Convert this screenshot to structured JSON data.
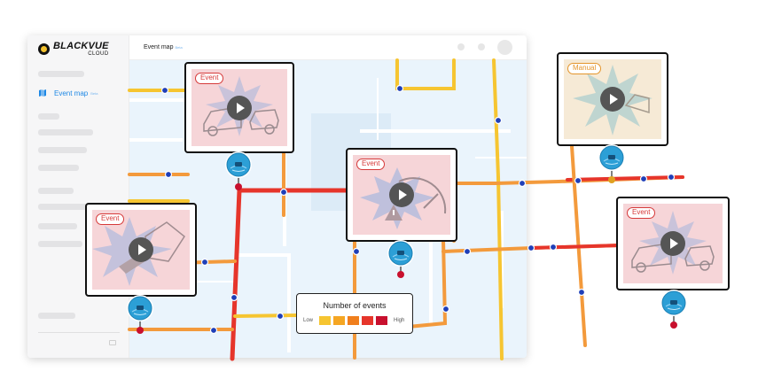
{
  "brand": {
    "name": "BLACKVUE",
    "sub": "CLOUD"
  },
  "sidebar": {
    "active_item": {
      "label": "Event map",
      "badge": "Beta"
    }
  },
  "header": {
    "title": "Event map",
    "badge": "Beta"
  },
  "events": [
    {
      "badge": "Event",
      "kind": "collision"
    },
    {
      "badge": "Manual",
      "kind": "manual"
    },
    {
      "badge": "Event",
      "kind": "speeding"
    },
    {
      "badge": "Event",
      "kind": "impact"
    },
    {
      "badge": "Event",
      "kind": "collision"
    }
  ],
  "legend": {
    "title": "Number of events",
    "low": "Low",
    "high": "High",
    "scale_colors": [
      "#f6c531",
      "#f5a623",
      "#f07f1d",
      "#e6352b",
      "#c8102e"
    ]
  },
  "colors": {
    "accent": "#1e88e5",
    "event_badge": "#d63a3a",
    "manual_badge": "#e4952c",
    "route_low": "#f6c531",
    "route_mid": "#f39a3c",
    "route_high": "#e6352b"
  },
  "icons": [
    "map-icon",
    "help-icon",
    "bell-icon",
    "play-icon",
    "dashcam-pin-icon",
    "waypoint-dot"
  ]
}
